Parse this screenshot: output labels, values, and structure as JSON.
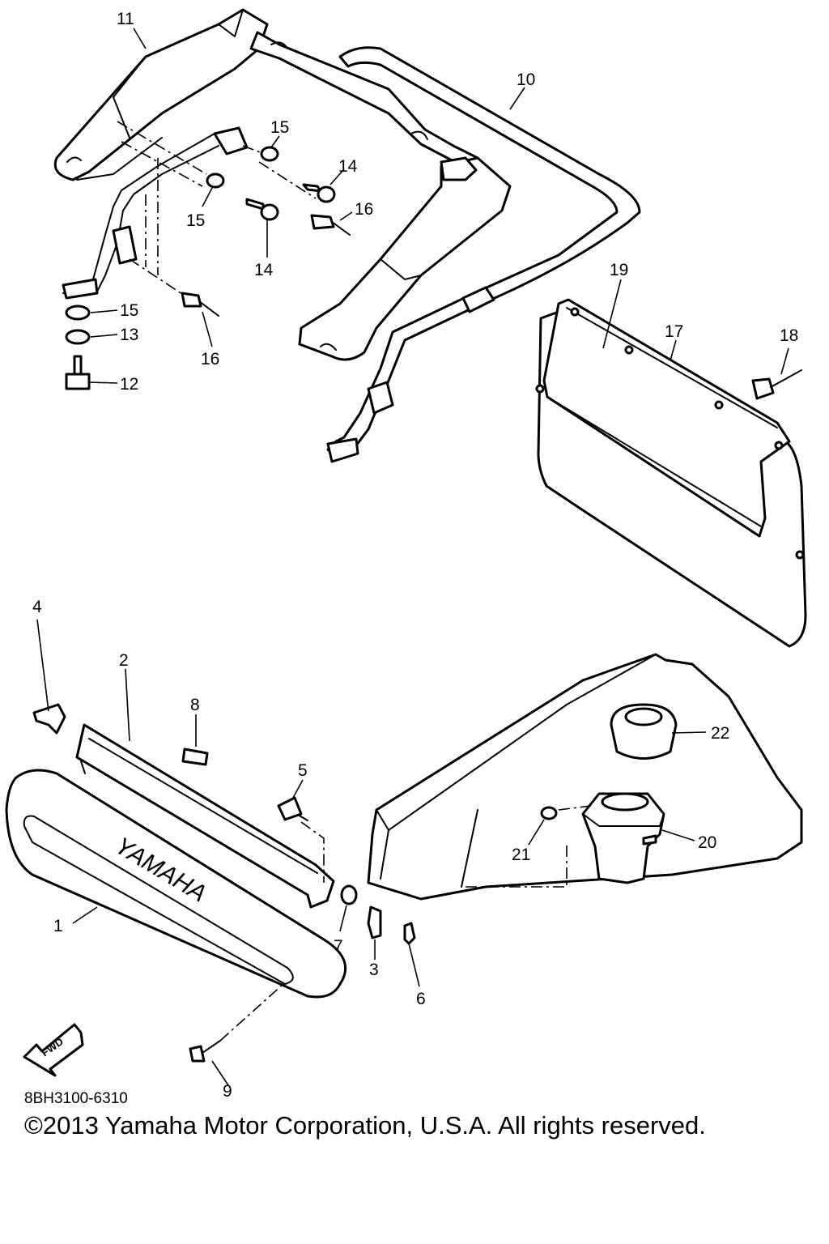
{
  "diagram": {
    "drawing_code": "8BH3100-6310",
    "copyright": "©2013 Yamaha Motor Corporation, U.S.A. All rights reserved.",
    "brand_emboss": "YAMAHA",
    "direction_arrow": "FWD",
    "callouts": {
      "c1": "1",
      "c2": "2",
      "c3": "3",
      "c4": "4",
      "c5": "5",
      "c6": "6",
      "c7": "7",
      "c8": "8",
      "c9": "9",
      "c10": "10",
      "c11": "11",
      "c12": "12",
      "c13": "13",
      "c14a": "14",
      "c14b": "14",
      "c15a": "15",
      "c15b": "15",
      "c15c": "15",
      "c16a": "16",
      "c16b": "16",
      "c17": "17",
      "c18": "18",
      "c19": "19",
      "c20": "20",
      "c21": "21",
      "c22": "22"
    }
  }
}
